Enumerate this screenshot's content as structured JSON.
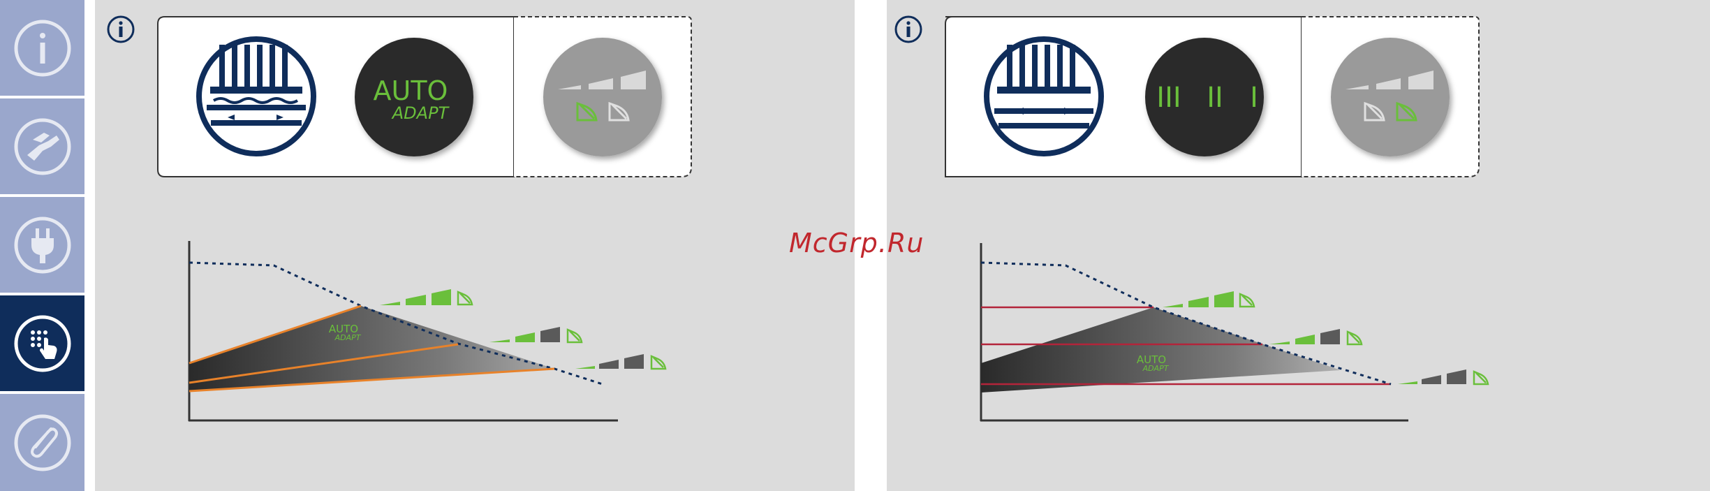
{
  "watermark": "McGrp.Ru",
  "sidebar": {
    "items": [
      {
        "icon": "info-icon",
        "active": false
      },
      {
        "icon": "hand-wrench-icon",
        "active": false
      },
      {
        "icon": "plug-icon",
        "active": false
      },
      {
        "icon": "touch-keypad-icon",
        "active": true
      },
      {
        "icon": "paperclip-icon",
        "active": false
      }
    ]
  },
  "colors": {
    "sidebar_tab": "#9aa7cc",
    "sidebar_active": "#0f2d5b",
    "panel_bg": "#dcdcdc",
    "navy": "#0f2d5b",
    "green": "#6abf3b",
    "orange": "#e8822a",
    "red": "#b3243a",
    "dark_gray": "#5a5a5a",
    "button_dark": "#2b2b2b",
    "button_gray": "#9a9a9a"
  },
  "left_panel": {
    "mode_button": {
      "line1": "AUTO",
      "line2": "ADAPT"
    },
    "graph_label": {
      "line1": "AUTO",
      "line2": "ADAPT"
    }
  },
  "right_panel": {
    "mode_button": {
      "speeds": [
        "III",
        "II",
        "I"
      ]
    },
    "graph_label": {
      "line1": "AUTO",
      "line2": "ADAPT"
    }
  }
}
